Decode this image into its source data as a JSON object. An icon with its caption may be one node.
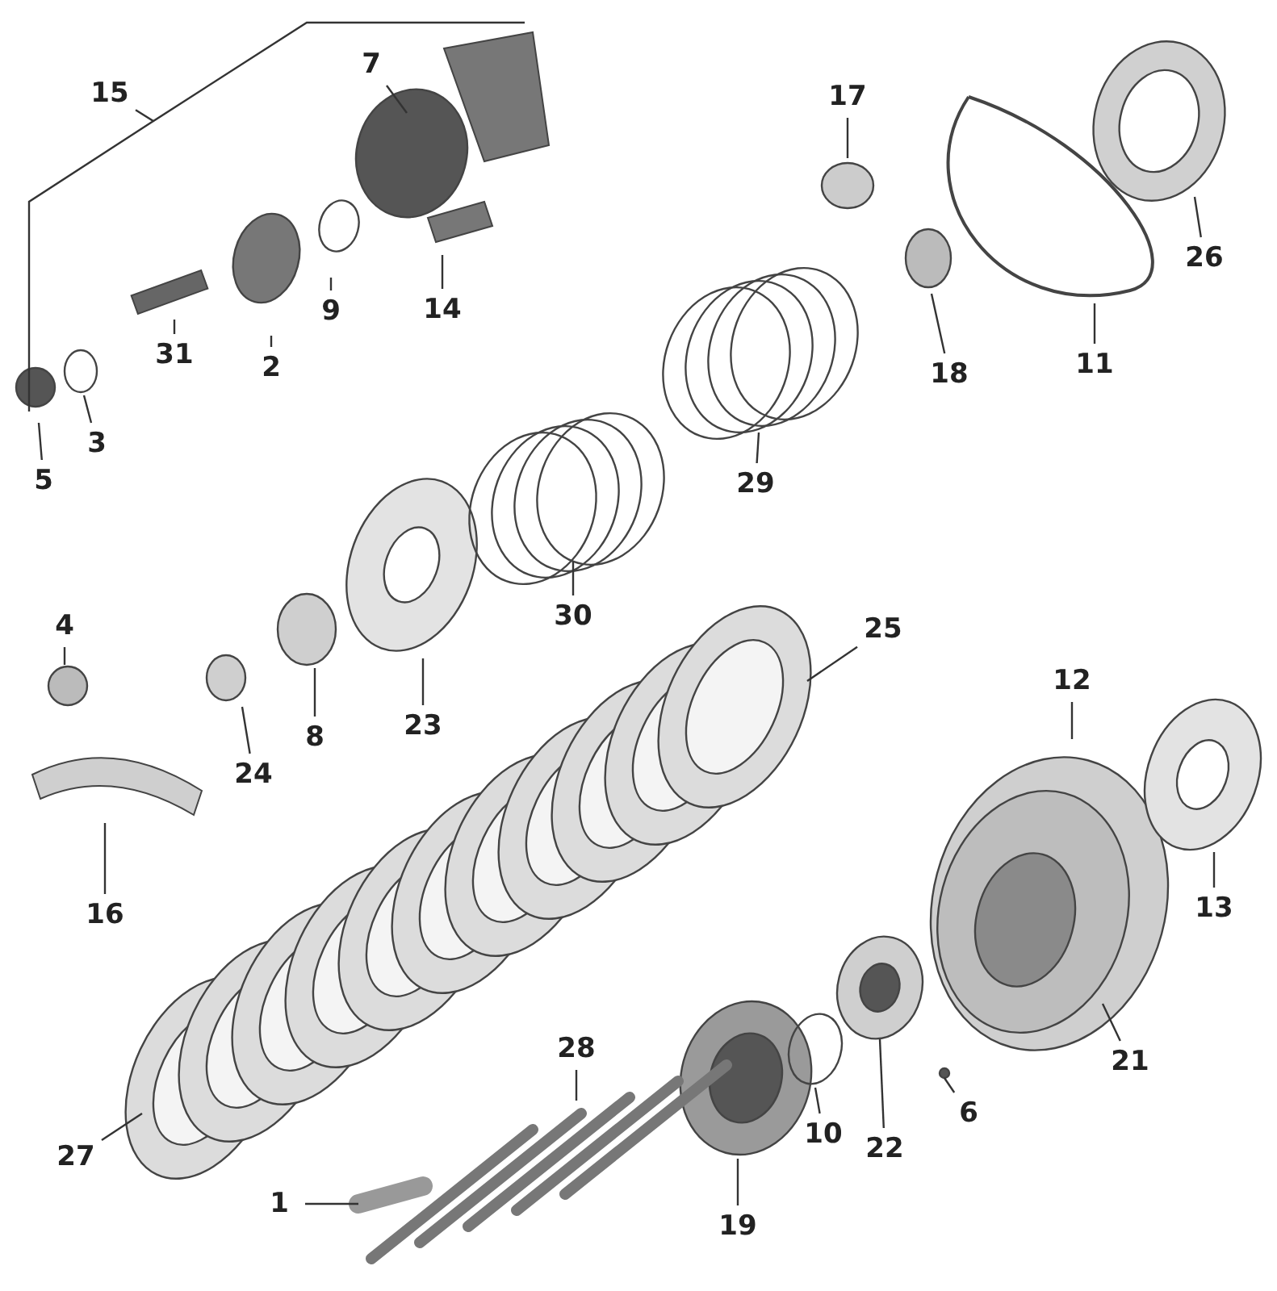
{
  "diagram": {
    "nodes": [
      {
        "text": [
          "15"
        ]
      },
      {
        "text": [
          "7"
        ]
      },
      {
        "text": [
          "17"
        ]
      },
      {
        "text": [
          "26"
        ]
      },
      {
        "text": [
          "5"
        ]
      },
      {
        "text": [
          "3"
        ]
      },
      {
        "text": [
          "31"
        ]
      },
      {
        "text": [
          "2"
        ]
      },
      {
        "text": [
          "9"
        ]
      },
      {
        "text": [
          "14"
        ]
      },
      {
        "text": [
          "18"
        ]
      },
      {
        "text": [
          "11"
        ]
      },
      {
        "text": [
          "29"
        ]
      },
      {
        "text": [
          "30"
        ]
      },
      {
        "text": [
          "4"
        ]
      },
      {
        "text": [
          "25"
        ]
      },
      {
        "text": [
          "23"
        ]
      },
      {
        "text": [
          "8"
        ]
      },
      {
        "text": [
          "24"
        ]
      },
      {
        "text": [
          "12"
        ]
      },
      {
        "text": [
          "16"
        ]
      },
      {
        "text": [
          "13"
        ]
      },
      {
        "text": [
          "28"
        ]
      },
      {
        "text": [
          "21"
        ]
      },
      {
        "text": [
          "6"
        ]
      },
      {
        "text": [
          "27"
        ]
      },
      {
        "text": [
          "10"
        ]
      },
      {
        "text": [
          "22"
        ]
      },
      {
        "text": [
          "1"
        ]
      },
      {
        "text": [
          "19"
        ]
      }
    ],
    "edges": [
      {
        "from": 0,
        "to": null,
        "arrow": "none"
      },
      {
        "from": 1,
        "to": null,
        "arrow": "none"
      },
      {
        "from": 2,
        "to": null,
        "arrow": "none"
      },
      {
        "from": 3,
        "to": null,
        "arrow": "none"
      },
      {
        "from": 4,
        "to": null,
        "arrow": "none"
      },
      {
        "from": 5,
        "to": null,
        "arrow": "none"
      },
      {
        "from": 6,
        "to": null,
        "arrow": "none"
      },
      {
        "from": 7,
        "to": null,
        "arrow": "none"
      },
      {
        "from": 8,
        "to": null,
        "arrow": "none"
      },
      {
        "from": 9,
        "to": null,
        "arrow": "none"
      },
      {
        "from": 10,
        "to": null,
        "arrow": "none"
      },
      {
        "from": 11,
        "to": null,
        "arrow": "none"
      },
      {
        "from": 12,
        "to": null,
        "arrow": "none"
      },
      {
        "from": 13,
        "to": null,
        "arrow": "none"
      },
      {
        "from": 14,
        "to": null,
        "arrow": "none"
      },
      {
        "from": 15,
        "to": null,
        "arrow": "none"
      },
      {
        "from": 16,
        "to": null,
        "arrow": "none"
      },
      {
        "from": 17,
        "to": null,
        "arrow": "none"
      },
      {
        "from": 18,
        "to": null,
        "arrow": "none"
      },
      {
        "from": 19,
        "to": null,
        "arrow": "none"
      },
      {
        "from": 20,
        "to": null,
        "arrow": "none"
      },
      {
        "from": 21,
        "to": null,
        "arrow": "none"
      },
      {
        "from": 22,
        "to": null,
        "arrow": "none"
      },
      {
        "from": 23,
        "to": null,
        "arrow": "none"
      },
      {
        "from": 24,
        "to": null,
        "arrow": "none"
      },
      {
        "from": 25,
        "to": null,
        "arrow": "none"
      },
      {
        "from": 26,
        "to": null,
        "arrow": "none"
      },
      {
        "from": 27,
        "to": null,
        "arrow": "none"
      },
      {
        "from": 28,
        "to": null,
        "arrow": "none"
      },
      {
        "from": 29,
        "to": null,
        "arrow": "none"
      }
    ]
  }
}
